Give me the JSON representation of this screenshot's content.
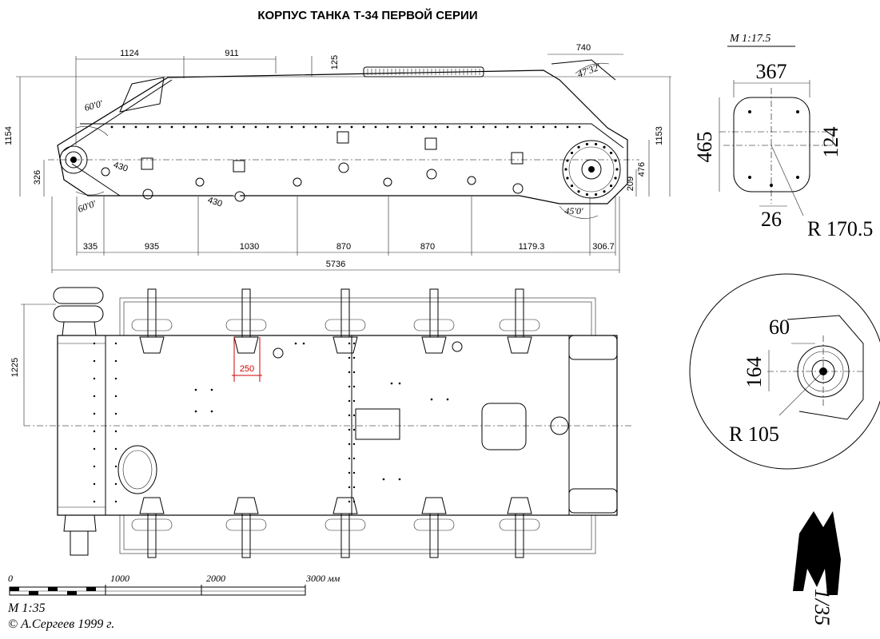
{
  "title": "КОРПУС ТАНКА Т-34 ПЕРВОЙ СЕРИИ",
  "side_view": {
    "dims_top": [
      "1124",
      "911",
      "125",
      "740"
    ],
    "dims_left": [
      "1154",
      "326"
    ],
    "dims_right": [
      "1153",
      "476",
      "209"
    ],
    "arm_lengths": [
      "430",
      "430"
    ],
    "angles": [
      "60'0'",
      "60'0'",
      "47'32'",
      "45'0'"
    ],
    "dims_bottom": [
      "335",
      "935",
      "1030",
      "870",
      "870",
      "1179.3",
      "306.7"
    ],
    "overall_length": "5736"
  },
  "detail_top_right": {
    "scale": "M 1:17.5",
    "width": "367",
    "height": "465",
    "offset": "124",
    "hole": "26",
    "radius": "R 170.5"
  },
  "detail_circle": {
    "dim_a": "60",
    "dim_b": "164",
    "radius": "R 105"
  },
  "plan_view": {
    "dim_left": "1225",
    "red_dim": "250"
  },
  "scale_bar": {
    "ticks": [
      "0",
      "1000",
      "2000",
      "3000 мм"
    ],
    "scale": "M 1:35",
    "copyright": "© А.Сергеев 1999 г."
  },
  "logo": {
    "scale_text": "1/35"
  },
  "colors": {
    "line": "#000000",
    "accent": "#d00000",
    "background": "#ffffff"
  }
}
